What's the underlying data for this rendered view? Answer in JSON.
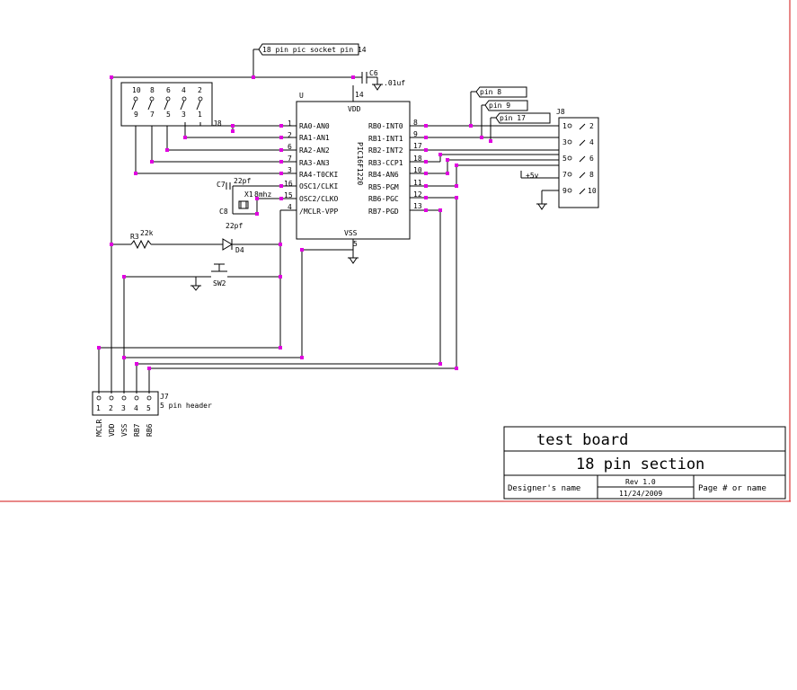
{
  "labels": {
    "socket_flag": "18 pin pic socket pin 14",
    "pin8_flag": "pin 8",
    "pin9_flag": "pin 9",
    "pin17_flag": "pin 17",
    "c6_ref": "C6",
    "c6_val": ".01uf",
    "u_ref": "U",
    "vdd": "VDD",
    "vdd_pin": "14",
    "vss": "VSS",
    "vss_pin": "5",
    "chip_name": "PIC16F1220",
    "j8_left_ref": "J8",
    "j8_right_ref": "J8",
    "j7_ref": "J7",
    "j7_name": "5 pin header",
    "c7_ref": "C7",
    "c7_val": "22pf",
    "c8_ref": "C8",
    "c8_val": "22pf",
    "xtal_ref": "X1",
    "xtal_val": "8mhz",
    "r_ref": "R3",
    "r_val": "22k",
    "d_ref": "D4",
    "sw_ref": "SW2",
    "plus5": "+5v"
  },
  "chip_left_pins": [
    {
      "num": "1",
      "name": "RA0-AN0"
    },
    {
      "num": "2",
      "name": "RA1-AN1"
    },
    {
      "num": "6",
      "name": "RA2-AN2"
    },
    {
      "num": "7",
      "name": "RA3-AN3"
    },
    {
      "num": "3",
      "name": "RA4-T0CKI"
    },
    {
      "num": "16",
      "name": "OSC1/CLKI"
    },
    {
      "num": "15",
      "name": "OSC2/CLKO"
    },
    {
      "num": "4",
      "name": "/MCLR-VPP"
    }
  ],
  "chip_right_pins": [
    {
      "num": "8",
      "name": "RB0-INT0"
    },
    {
      "num": "9",
      "name": "RB1-INT1"
    },
    {
      "num": "17",
      "name": "RB2-INT2"
    },
    {
      "num": "18",
      "name": "RB3-CCP1"
    },
    {
      "num": "10",
      "name": "RB4-AN6"
    },
    {
      "num": "11",
      "name": "RB5-PGM"
    },
    {
      "num": "12",
      "name": "RB6-PGC"
    },
    {
      "num": "13",
      "name": "RB7-PGD"
    }
  ],
  "j8_left_top": [
    "10",
    "8",
    "6",
    "4",
    "2"
  ],
  "j8_left_bottom": [
    "9",
    "7",
    "5",
    "3",
    "1"
  ],
  "j8_right_rows": [
    {
      "a": "1",
      "b": "2"
    },
    {
      "a": "3",
      "b": "4"
    },
    {
      "a": "5",
      "b": "6"
    },
    {
      "a": "7",
      "b": "8"
    },
    {
      "a": "9",
      "b": "10"
    }
  ],
  "j7_pins": [
    "1",
    "2",
    "3",
    "4",
    "5"
  ],
  "j7_signals": [
    "MCLR",
    "VDD",
    "VSS",
    "RB7",
    "RB6"
  ],
  "title_block": {
    "title": "test board",
    "subtitle": "18 pin section",
    "designer": "Designer's name",
    "rev": "Rev 1.0",
    "date": "11/24/2009",
    "page": "Page # or name"
  },
  "colors": {
    "wire": "#000000",
    "junction": "#e000e0",
    "border": "#d21010"
  }
}
